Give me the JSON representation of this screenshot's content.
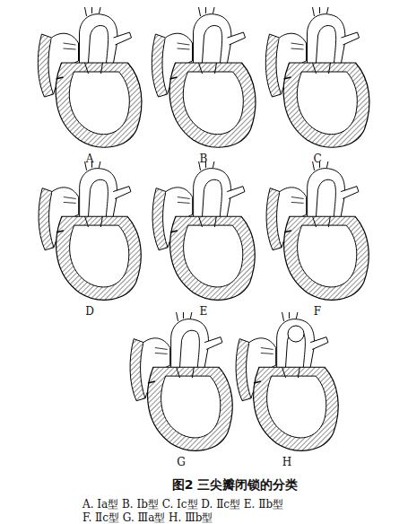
{
  "diagram": {
    "caption": "图2 三尖瓣闭锁的分类",
    "labels": [
      "A",
      "B",
      "C",
      "D",
      "E",
      "F",
      "G",
      "H",
      "A. Ⅰa型 B. Ⅰb型 C. Ⅰc型 D. Ⅱc型 E. Ⅱb型",
      "F. Ⅱc型 G. Ⅲa型 H. Ⅲb型"
    ]
  }
}
